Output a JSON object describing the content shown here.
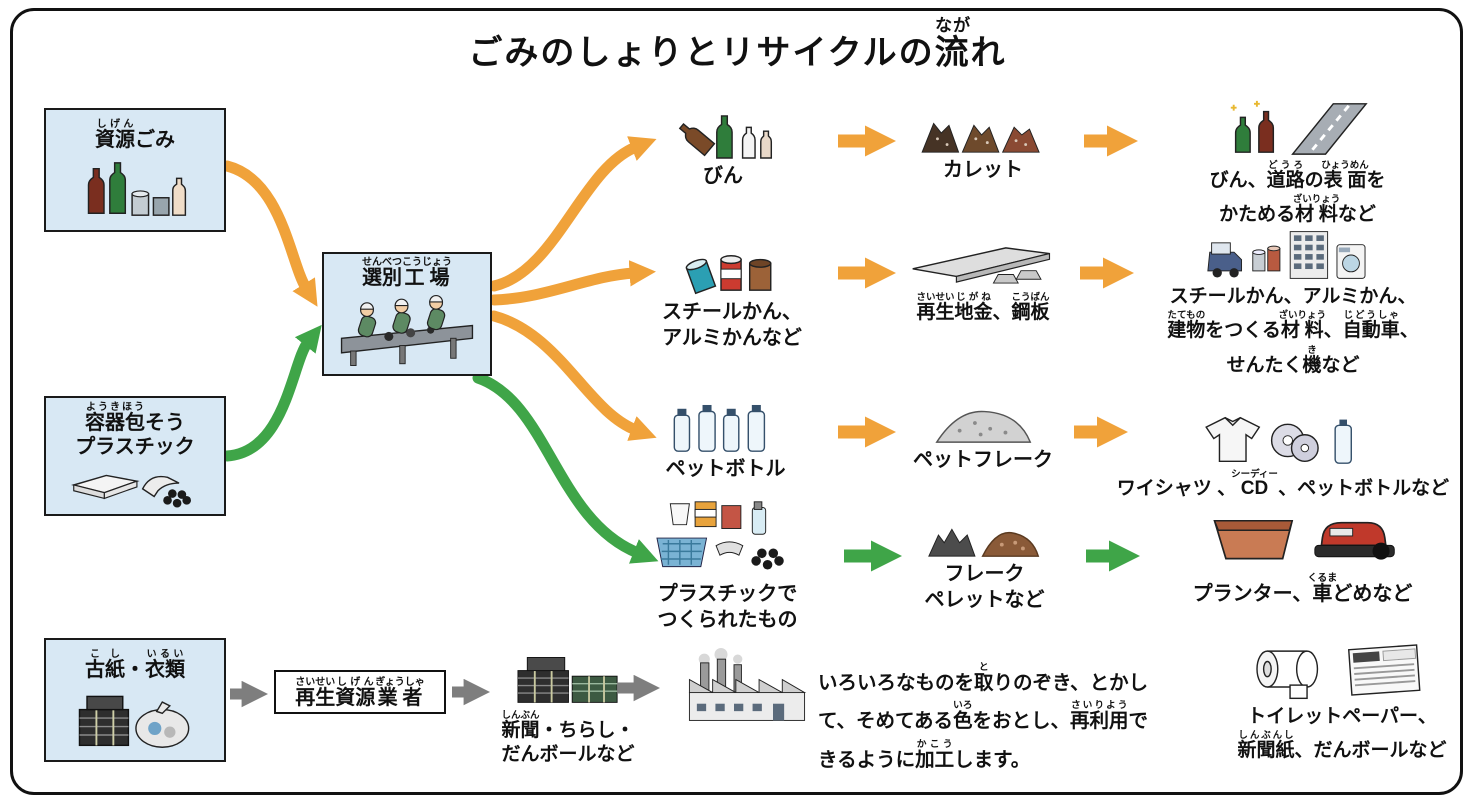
{
  "title": "ごみのしょりとリサイクルの[流](なが)れ",
  "sources": {
    "recyclable": {
      "label": "[資源](しげん)ごみ"
    },
    "plastic": {
      "line1": "[容器包](ようきほう)そう",
      "line2": "プラスチック"
    },
    "paper": {
      "label": "[古紙](こし)・[衣類](いるい)"
    }
  },
  "sorting_plant": {
    "label": "[選別](せんべつ)[工場](こうじょう)"
  },
  "flows": {
    "glass": {
      "item": "びん",
      "product": "カレット",
      "result1": "びん、[道路](どうろ)の[表面](ひょうめん)を",
      "result2": "かためる[材料](ざいりょう)など"
    },
    "cans": {
      "item1": "スチールかん、",
      "item2": "アルミかんなど",
      "product": "[再生](さいせい)[地金](じがね)、[鋼板](こうばん)",
      "result1": "スチールかん、アルミかん、",
      "result2": "[建物](たてもの)をつくる[材料](ざいりょう)、[自動車](じどうしゃ)、",
      "result3": "せんたく[機](き)など"
    },
    "pet": {
      "item": "ペットボトル",
      "product": "ペットフレーク",
      "result": "ワイシャツ 、[CD](シーディー) 、ペットボトルなど"
    },
    "plastic_items": {
      "item1": "プラスチックで",
      "item2": "つくられたもの",
      "product1": "フレーク",
      "product2": "ペレットなど",
      "result": "プランター、[車](くるま)どめなど"
    },
    "paper_flow": {
      "dealer": "[再生](さいせい)[資源](しげん)[業者](ぎょうしゃ)",
      "sorted1": "[新聞](しんぶん)・ちらし・",
      "sorted2": "だんボールなど",
      "process1": "いろいろなものを[取](と)りのぞき、とかし",
      "process2": "て、そめてある[色](いろ)をおとし、[再利用](さいりよう)で",
      "process3": "きるように[加工](かこう)します。",
      "result1": "トイレットペーパー、",
      "result2": "[新聞紙](しんぶんし)、だんボールなど"
    }
  },
  "colors": {
    "orange_arrow": "#F0A23A",
    "green_arrow": "#3FA548",
    "gray_arrow": "#7E7E7E",
    "box_fill": "#D8E8F4"
  }
}
